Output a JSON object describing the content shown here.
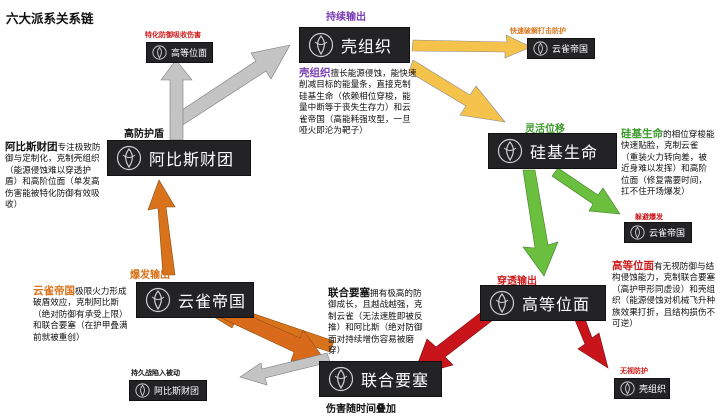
{
  "title": "六大派系关系链",
  "factions": {
    "shell": "壳组织",
    "silicon": "硅基生命",
    "high": "高等位面",
    "fortress": "联合要塞",
    "sparrow": "云雀帝国",
    "abisi": "阿比斯财团"
  },
  "labels": {
    "sustained": "持续输出",
    "flexible": "灵活位移",
    "penetrate": "穿透输出",
    "stacking": "伤害随时间叠加",
    "burst": "爆发输出",
    "high_shield": "高防护盾"
  },
  "tiny_labels": {
    "fast_breach": "快速破解打击防护",
    "special_defense": "特化防御吸收伤害",
    "dodge_burst": "躲避爆发",
    "ignore_guard": "无视防护",
    "sustain_passive": "持久战陷入被动"
  },
  "descriptions": {
    "shell": {
      "name": "壳组织",
      "text": "擅长能源侵蚀，能快速削减目标的能量条，直接克制硅基生命（依赖相位穿梭，能量中断等于丧失生存力）和云雀帝国（高能耗强攻型，一旦哑火即沦为靶子）"
    },
    "silicon": {
      "name": "硅基生命",
      "text": "的相位穿梭能快速贴脸，克制云雀（重装火力转向差，被近身难以发挥）和高阶位面（修复需要时间，扛不住开场爆发）"
    },
    "high": {
      "name": "高等位面",
      "text": "有无视防御与结构侵蚀能力，克制联合要塞（高护甲形同虚设）和壳组织（能源侵蚀对机械飞升种族效果打折，且结构损伤不可逆）"
    },
    "fortress": {
      "name": "联合要塞",
      "text": "拥有极高的防御成长，且越战越强，克制云雀（无法速胜即被反推）和阿比斯（绝对防御面对持续增伤容易被磨穿）"
    },
    "sparrow": {
      "name": "云雀帝国",
      "text": "极限火力形成破盾效应，克制阿比斯（绝对防御有承受上限）和联合要塞（在护甲叠满前就被重创）"
    },
    "abisi": {
      "name": "阿比斯财团",
      "text": "专注极致防御与定制化，克制壳组织（能源侵蚀难以穿透护盾）和高阶位面（单发高伤害能被特化防御有效吸收）"
    }
  },
  "colors": {
    "orange": "#d9731b",
    "purple": "#7b3fb5",
    "green": "#3e9a2d",
    "red": "#cc2020",
    "yellow": "#f5c34c",
    "gray": "#c4c4c4",
    "badge": "#232326"
  },
  "icons": {
    "faction_emblem": "faction-emblem-icon"
  }
}
